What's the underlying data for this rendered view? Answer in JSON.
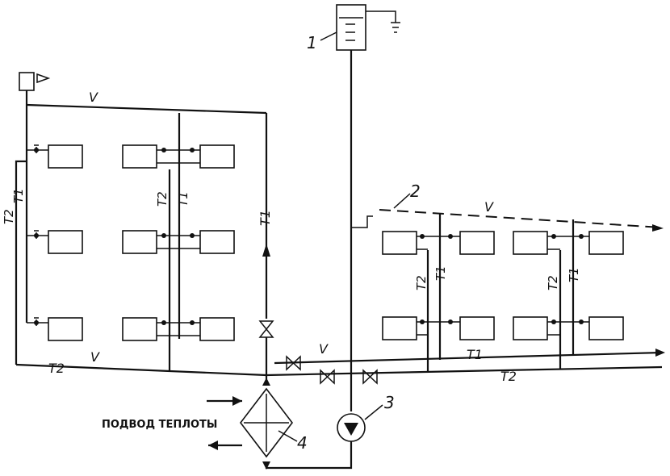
{
  "labels": {
    "t1": "T1",
    "t2": "T2",
    "slope": "V",
    "n1": "1",
    "n2": "2",
    "n3": "3",
    "n4": "4",
    "heat_supply": "ПОДВОД ТЕПЛОТЫ"
  }
}
